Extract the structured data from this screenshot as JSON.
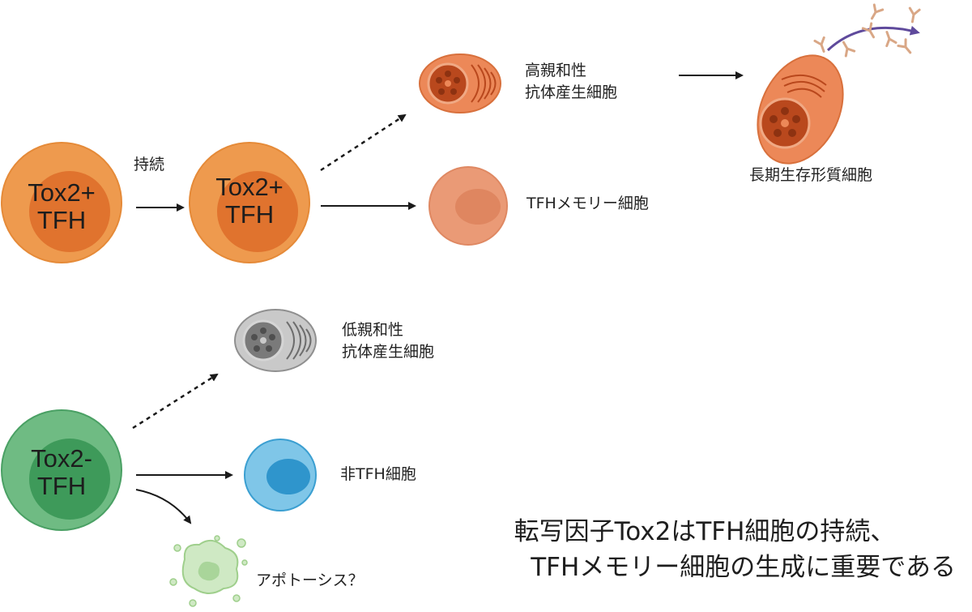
{
  "cells": {
    "tox2_pos_start": {
      "line1": "Tox2+",
      "line2": "TFH"
    },
    "tox2_pos_persist": {
      "line1": "Tox2+",
      "line2": "TFH"
    },
    "tox2_neg": {
      "line1": "Tox2-",
      "line2": "TFH"
    }
  },
  "labels": {
    "persist": "持続",
    "high_affinity": {
      "line1": "高親和性",
      "line2": "抗体産生細胞"
    },
    "long_lived_plasma": "長期生存形質細胞",
    "tfh_memory": "TFHメモリー細胞",
    "low_affinity": {
      "line1": "低親和性",
      "line2": "抗体産生細胞"
    },
    "non_tfh": "非TFH細胞",
    "apoptosis": "アポトーシス？"
  },
  "caption": {
    "line1": "転写因子Tox2はTFH細胞の持続、",
    "line2": "TFHメモリー細胞の生成に重要である"
  },
  "colors": {
    "tfh_orange": "#ee9a4e",
    "tfh_orange_nucleus": "#e0732e",
    "plasma_orange": "#ec8858",
    "plasma_nucleus": "#b9481d",
    "memory_cell": "#ea9a76",
    "tox2_neg_green": "#6fbb83",
    "tox2_neg_nucleus": "#3e9a5a",
    "non_tfh_blue": "#7fc6e8",
    "non_tfh_nucleus": "#2f95cc",
    "low_affinity_gray": "#c9c9c9",
    "apoptosis_green": "#cfe9c4",
    "antibody_arrow": "#5f4a9c"
  }
}
